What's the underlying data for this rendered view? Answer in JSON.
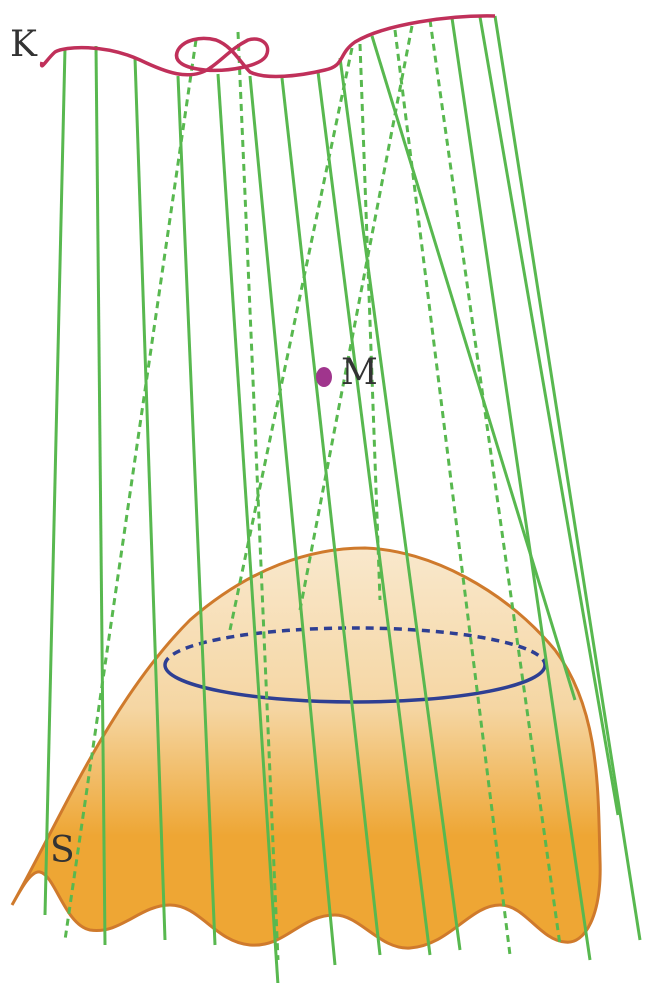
{
  "labels": {
    "curve": "K",
    "vertex": "M",
    "surface": "S"
  },
  "colors": {
    "curve": "#c0305a",
    "generators": "#58b84f",
    "vertex_point": "#a0358d",
    "ellipse": "#2e3f93",
    "surface_outline": "#cf7a2c",
    "surface_top": "#f8e4c4",
    "surface_bottom": "#eda432"
  }
}
